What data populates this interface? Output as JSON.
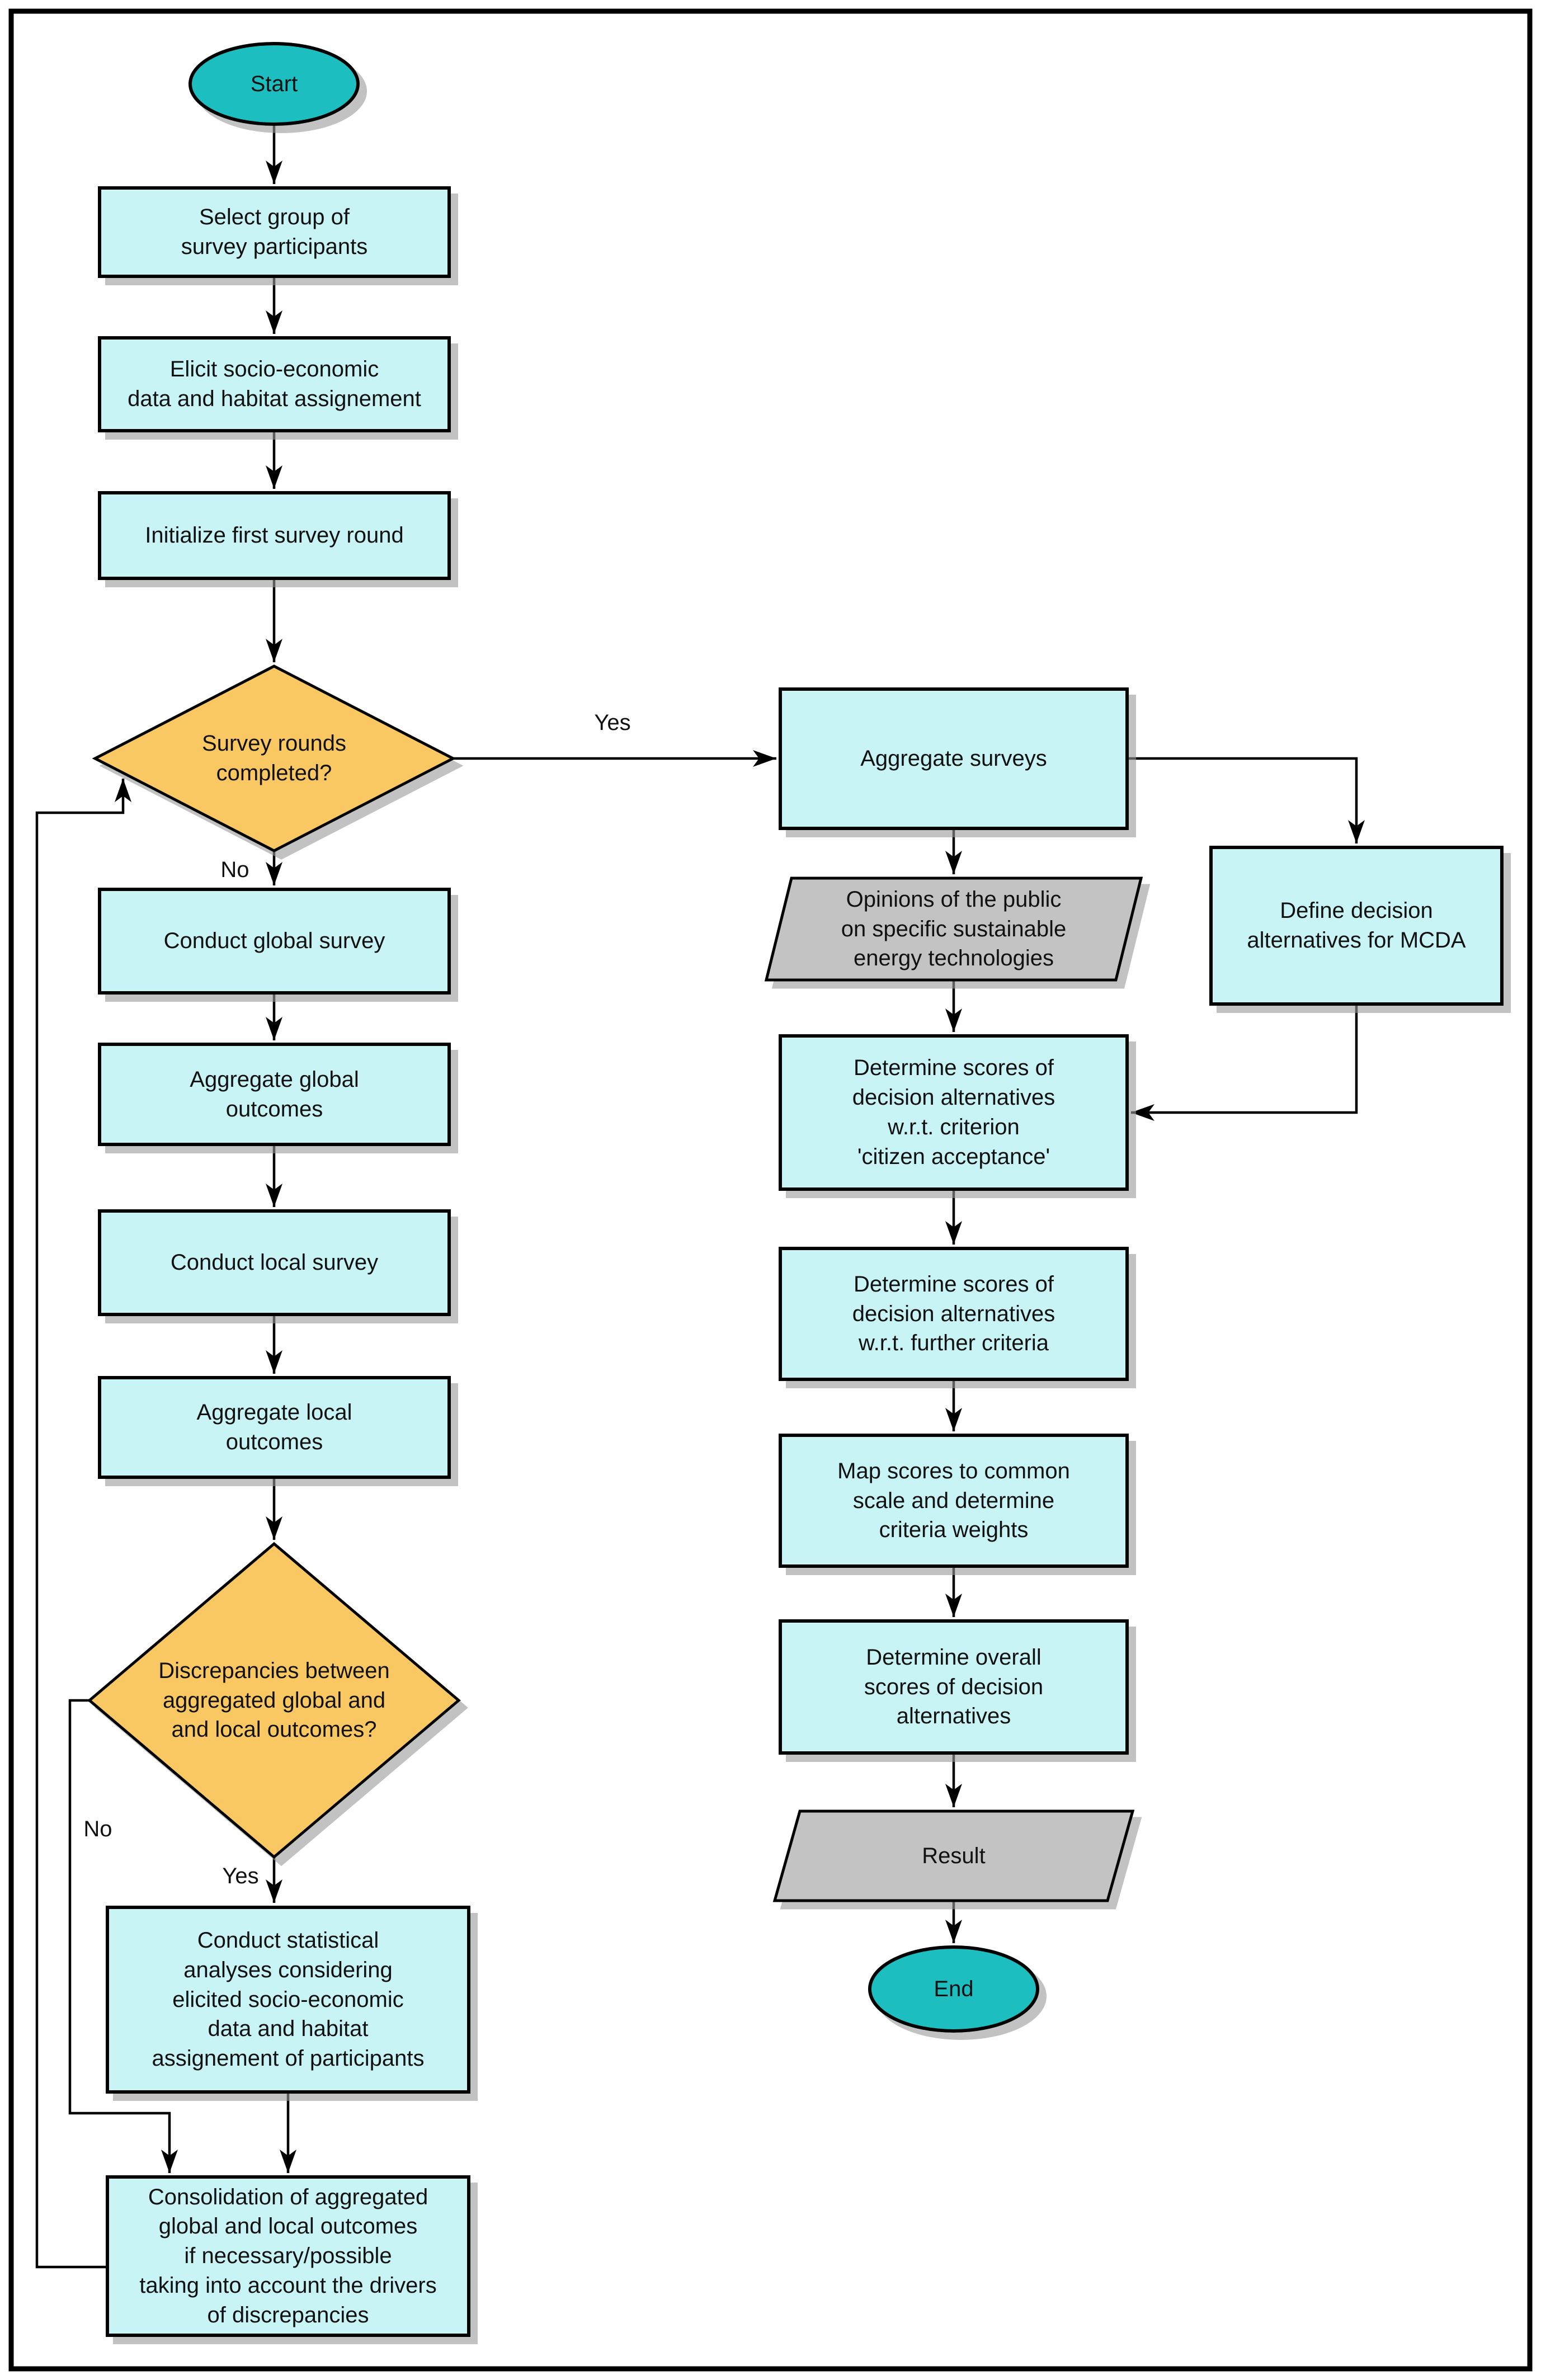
{
  "diagram": {
    "colors": {
      "process_fill": "#C9F4F5",
      "decision_fill": "#FAC863",
      "terminator_fill": "#1FBEBF",
      "data_fill": "#C3C3C3",
      "stroke": "#000000",
      "connector": "#000000",
      "page_border": "#000000",
      "shadow": "#999999",
      "background": "#FFFFFF"
    },
    "nodes": {
      "start": {
        "type": "terminator",
        "label": "Start"
      },
      "select_group": {
        "type": "process",
        "label": "Select group of\nsurvey participants"
      },
      "elicit_data": {
        "type": "process",
        "label": "Elicit socio-economic\ndata and habitat assignement"
      },
      "init_round": {
        "type": "process",
        "label": "Initialize first survey round"
      },
      "rounds_completed": {
        "type": "decision",
        "label": "Survey rounds\ncompleted?"
      },
      "global_survey": {
        "type": "process",
        "label": "Conduct global survey"
      },
      "agg_global": {
        "type": "process",
        "label": "Aggregate global\noutcomes"
      },
      "local_survey": {
        "type": "process",
        "label": "Conduct local survey"
      },
      "agg_local": {
        "type": "process",
        "label": "Aggregate local\noutcomes"
      },
      "discrepancies": {
        "type": "decision",
        "label": "Discrepancies between\naggregated global and\nand local outcomes?"
      },
      "statistical": {
        "type": "process",
        "label": "Conduct statistical\nanalyses considering\nelicited socio-economic\ndata and habitat\nassignement of participants"
      },
      "consolidation": {
        "type": "process",
        "label": "Consolidation of aggregated\nglobal and local outcomes\nif necessary/possible\ntaking into account the drivers\nof discrepancies"
      },
      "agg_surveys": {
        "type": "process",
        "label": "Aggregate surveys"
      },
      "opinions": {
        "type": "data",
        "label": "Opinions of the public\non specific sustainable\nenergy technologies"
      },
      "define_alt": {
        "type": "process",
        "label": "Define decision\nalternatives for MCDA"
      },
      "scores_citizen": {
        "type": "process",
        "label": "Determine scores of\ndecision alternatives\nw.r.t. criterion\n'citizen acceptance'"
      },
      "scores_further": {
        "type": "process",
        "label": "Determine scores of\ndecision alternatives\nw.r.t. further criteria"
      },
      "map_scores": {
        "type": "process",
        "label": "Map scores to common\nscale and determine\ncriteria weights"
      },
      "overall_scores": {
        "type": "process",
        "label": "Determine overall\nscores of decision\nalternatives"
      },
      "result": {
        "type": "data",
        "label": "Result"
      },
      "end": {
        "type": "terminator",
        "label": "End"
      }
    },
    "edge_labels": {
      "rounds_yes": "Yes",
      "rounds_no": "No",
      "discrepancies_no": "No",
      "discrepancies_yes": "Yes"
    }
  }
}
